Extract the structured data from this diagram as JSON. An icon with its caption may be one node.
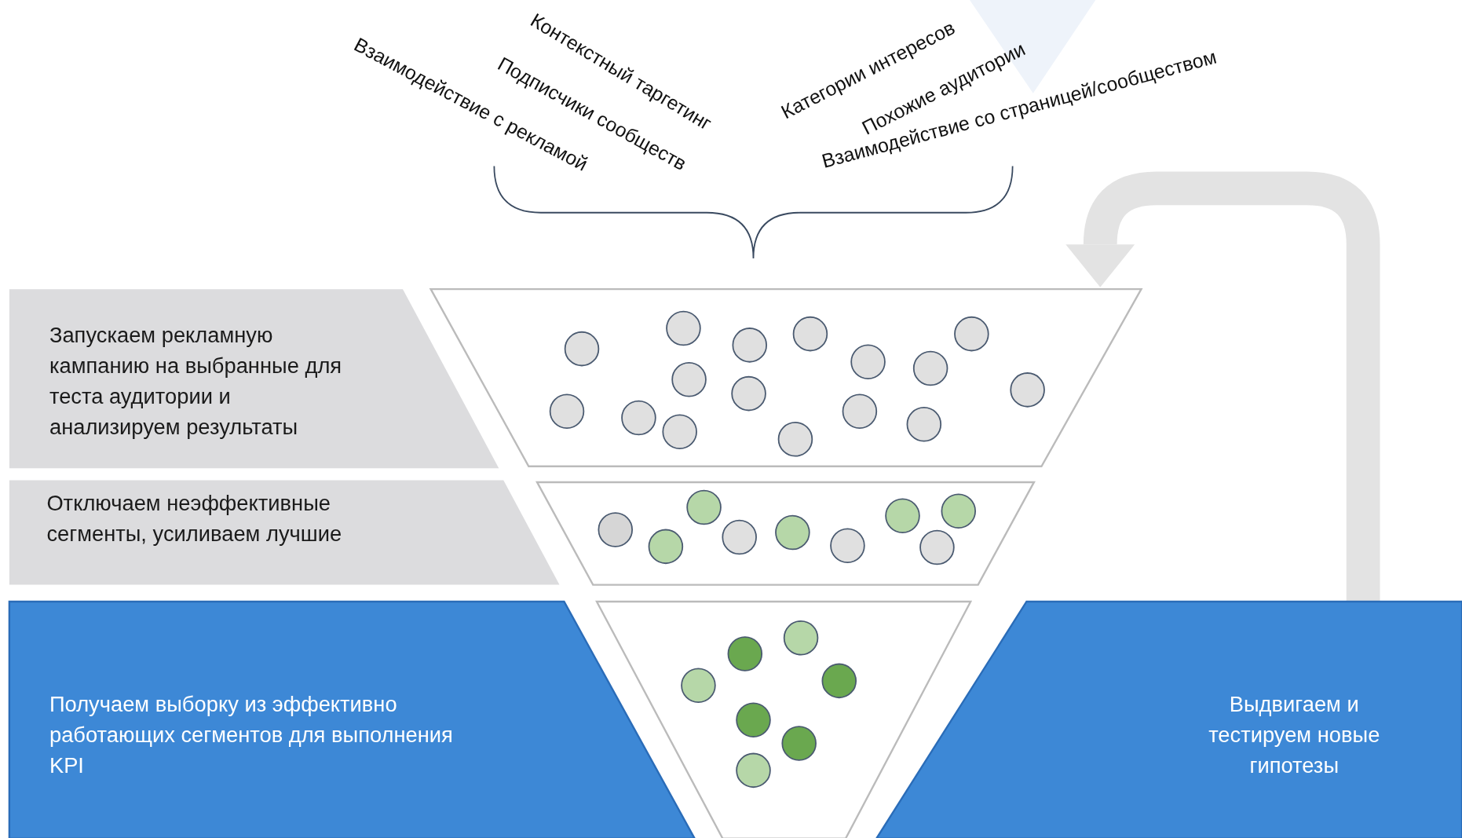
{
  "diagram": {
    "nodes": [
      {
        "text": [
          "Запускаем рекламную кампанию на выбранные для теста аудитории и анализируем результаты"
        ]
      },
      {
        "text": [
          "Отключаем неэффективные сегменты, усиливаем лучшие"
        ]
      },
      {
        "text": [
          "Получаем выборку из эффективно работающих сегментов для выполнения KPI"
        ]
      },
      {
        "text": [
          "Выдвигаем и тестируем новые гипотезы"
        ]
      },
      {
        "text": [],
        "shape": "trapezoid"
      },
      {
        "text": [],
        "shape": "trapezoid"
      },
      {
        "text": [],
        "shape": "trapezoid"
      }
    ],
    "edges": [
      {
        "from": 3,
        "to": 4,
        "arrow": "to"
      }
    ],
    "labels": [
      "Взаимодействие с рекламой",
      "Подписчики сообществ",
      "Контекстный таргетинг",
      "Категории интересов",
      "Похожие аудитории",
      "Взаимодействие со страницей/сообществом"
    ]
  }
}
